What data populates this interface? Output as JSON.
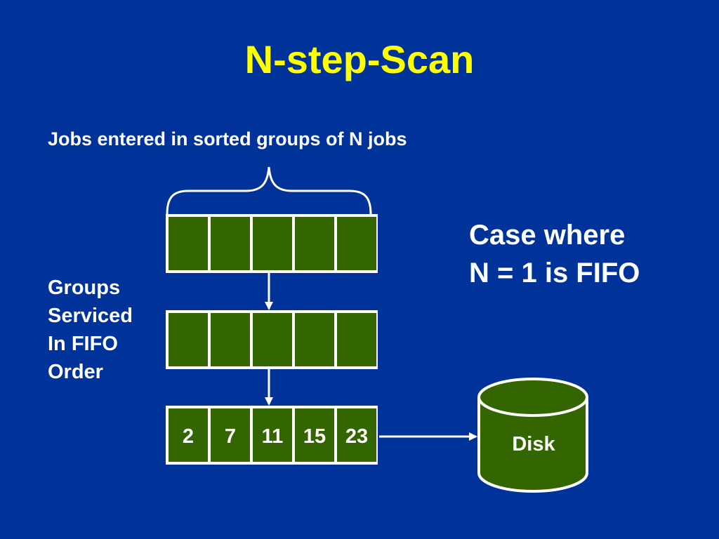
{
  "slide": {
    "title": "N-step-Scan",
    "subtitle": "Jobs entered in sorted groups of N jobs",
    "case_lines": [
      "Case where",
      "N = 1 is FIFO"
    ],
    "groups_lines": [
      "Groups",
      "Serviced",
      "In FIFO",
      "Order"
    ]
  },
  "queues": {
    "row1": [
      "",
      "",
      "",
      "",
      ""
    ],
    "row2": [
      "",
      "",
      "",
      "",
      ""
    ],
    "row3": [
      "2",
      "7",
      "11",
      "15",
      "23"
    ]
  },
  "disk": {
    "label": "Disk"
  },
  "colors": {
    "background": "#003399",
    "title": "#ffff00",
    "text": "#ffffff",
    "cell_fill": "#336600",
    "outline": "#ffffff"
  }
}
